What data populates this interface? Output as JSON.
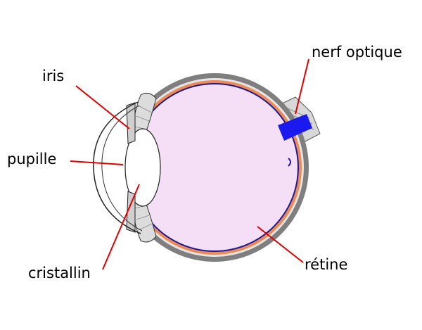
{
  "labels": {
    "iris": "iris",
    "pupille": "pupille",
    "cristallin": "cristallin",
    "nerf_optique": "nerf optique",
    "retine": "rétine"
  },
  "colors": {
    "leader_line": "#e00000",
    "vitreous": "#f4dff6",
    "sclera": "#808080",
    "choroid": "#f08a55",
    "retina": "#1a1a99",
    "optic_nerve": "#1a1aee",
    "outline": "#333333"
  }
}
